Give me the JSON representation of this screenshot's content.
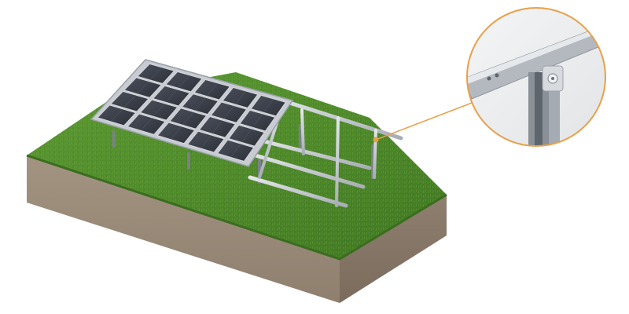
{
  "scene": {
    "subject": "ground-mounted-solar-panel-array",
    "detail_callout": "rail-to-post-clamp-connection",
    "panels": {
      "rows": 4,
      "columns": 5
    },
    "colors": {
      "background": "#ffffff",
      "grass": "#4f8a2b",
      "soil_front": "#9a8a7a",
      "soil_side": "#8a7a6a",
      "panel_cell": "#3a3f4a",
      "panel_frame": "#c8ccd2",
      "rail": "#b9bec5",
      "post": "#7b8088",
      "callout_accent": "#e8a04a"
    }
  }
}
